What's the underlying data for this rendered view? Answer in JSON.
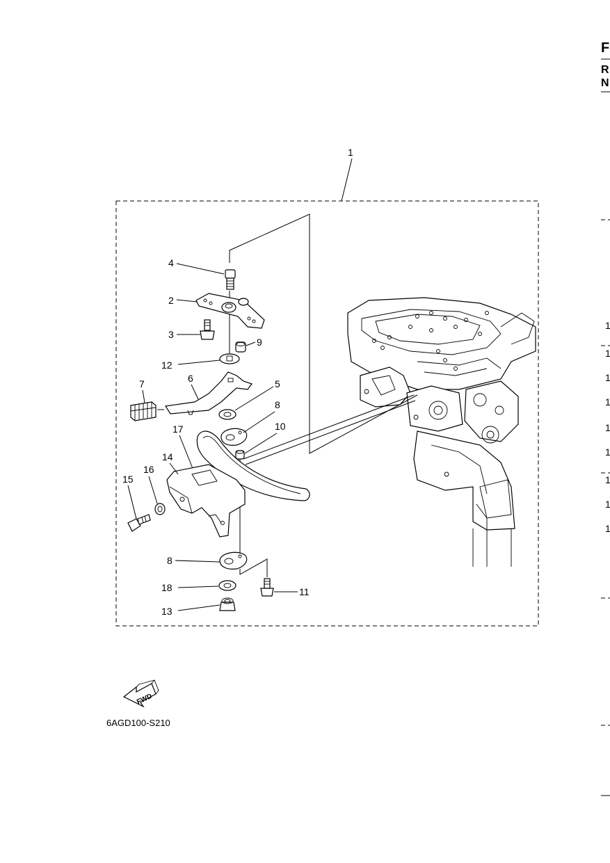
{
  "diagram": {
    "drawing_code": "6AGD100-S210",
    "fwd_label": "FWD",
    "callouts": [
      "1",
      "2",
      "3",
      "4",
      "5",
      "6",
      "7",
      "8",
      "8",
      "9",
      "10",
      "11",
      "12",
      "13",
      "14",
      "15",
      "16",
      "17",
      "18"
    ],
    "edge_header": [
      "F",
      "R",
      "N"
    ],
    "edge_digits": [
      "1",
      "1",
      "1",
      "1",
      "1",
      "1",
      "1",
      "1",
      "1"
    ]
  }
}
